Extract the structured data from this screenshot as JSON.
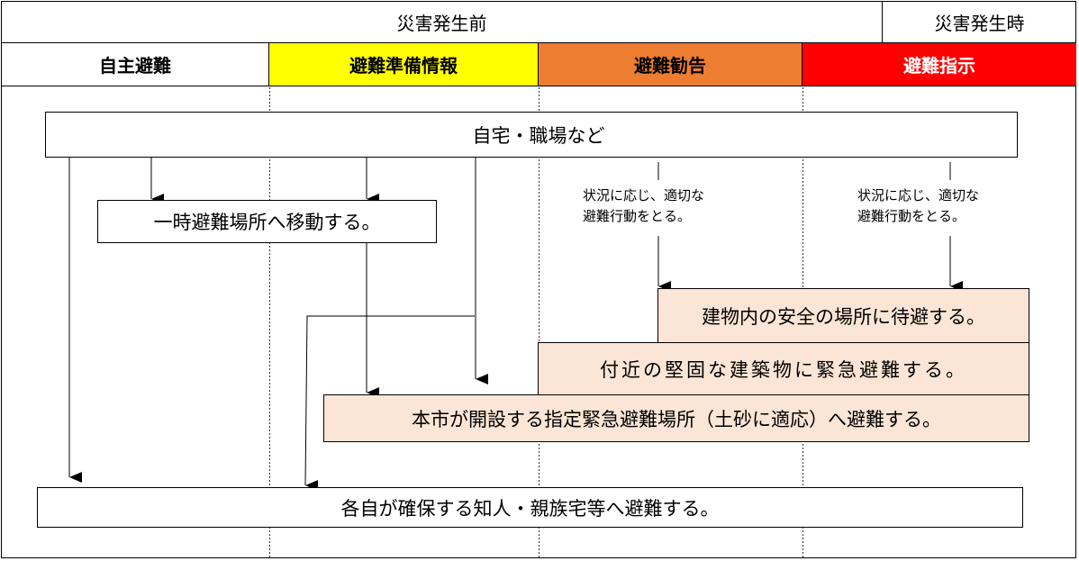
{
  "header": {
    "before_label": "災害発生前",
    "during_label": "災害発生時"
  },
  "columns": [
    {
      "label": "自主避難",
      "bg": "#ffffff",
      "fg": "#000000"
    },
    {
      "label": "避難準備情報",
      "bg": "#ffff00",
      "fg": "#000000"
    },
    {
      "label": "避難勧告",
      "bg": "#ed7d31",
      "fg": "#000000"
    },
    {
      "label": "避難指示",
      "bg": "#ff0000",
      "fg": "#ffffff"
    }
  ],
  "boxes": {
    "home": "自宅・職場など",
    "temporary": "一時避難場所へ移動する。",
    "indoor_safe": "建物内の安全の場所に待避する。",
    "nearby_building": "付近の堅固な建築物に緊急避難する。",
    "designated_site": "本市が開設する指定緊急避難場所（土砂に適応）へ避難する。",
    "relatives_home": "各自が確保する知人・親族宅等へ避難する。"
  },
  "notes": {
    "kankoku_line1": "状況に応じ、適切な",
    "kankoku_line2": "避難行動をとる。",
    "shiji_line1": "状況に応じ、適切な",
    "shiji_line2": "避難行動をとる。"
  },
  "colors": {
    "peach_box": "#fbe5d6",
    "border": "#000000"
  }
}
